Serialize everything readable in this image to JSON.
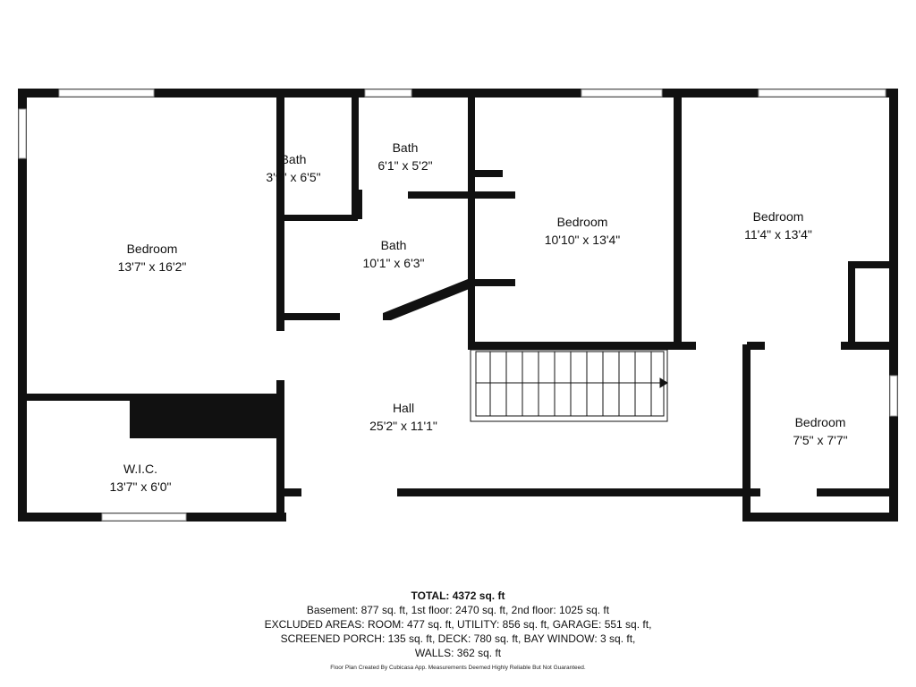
{
  "rooms": [
    {
      "name": "Bedroom",
      "dims": "13'7\" x 16'2\""
    },
    {
      "name": "Bath",
      "dims": "3'9\" x 6'5\""
    },
    {
      "name": "Bath",
      "dims": "6'1\" x 5'2\""
    },
    {
      "name": "Bath",
      "dims": "10'1\" x 6'3\""
    },
    {
      "name": "Bedroom",
      "dims": "10'10\" x 13'4\""
    },
    {
      "name": "Bedroom",
      "dims": "11'4\" x 13'4\""
    },
    {
      "name": "Hall",
      "dims": "25'2\" x 11'1\""
    },
    {
      "name": "W.I.C.",
      "dims": "13'7\" x 6'0\""
    },
    {
      "name": "Bedroom",
      "dims": "7'5\" x 7'7\""
    }
  ],
  "summary": {
    "total": "TOTAL: 4372 sq. ft",
    "line1": "Basement: 877 sq. ft, 1st floor: 2470 sq. ft, 2nd floor: 1025 sq. ft",
    "line2": "EXCLUDED AREAS: ROOM: 477 sq. ft, UTILITY: 856 sq. ft, GARAGE: 551 sq. ft,",
    "line3": "SCREENED PORCH: 135 sq. ft, DECK: 780 sq. ft, BAY WINDOW: 3 sq. ft,",
    "line4": "WALLS: 362 sq. ft"
  },
  "credit": "Floor Plan Created By Cubicasa App. Measurements Deemed Highly Reliable But Not Guaranteed.",
  "colors": {
    "wall": "#111111",
    "window": "#aaaaaa",
    "background": "#ffffff"
  }
}
